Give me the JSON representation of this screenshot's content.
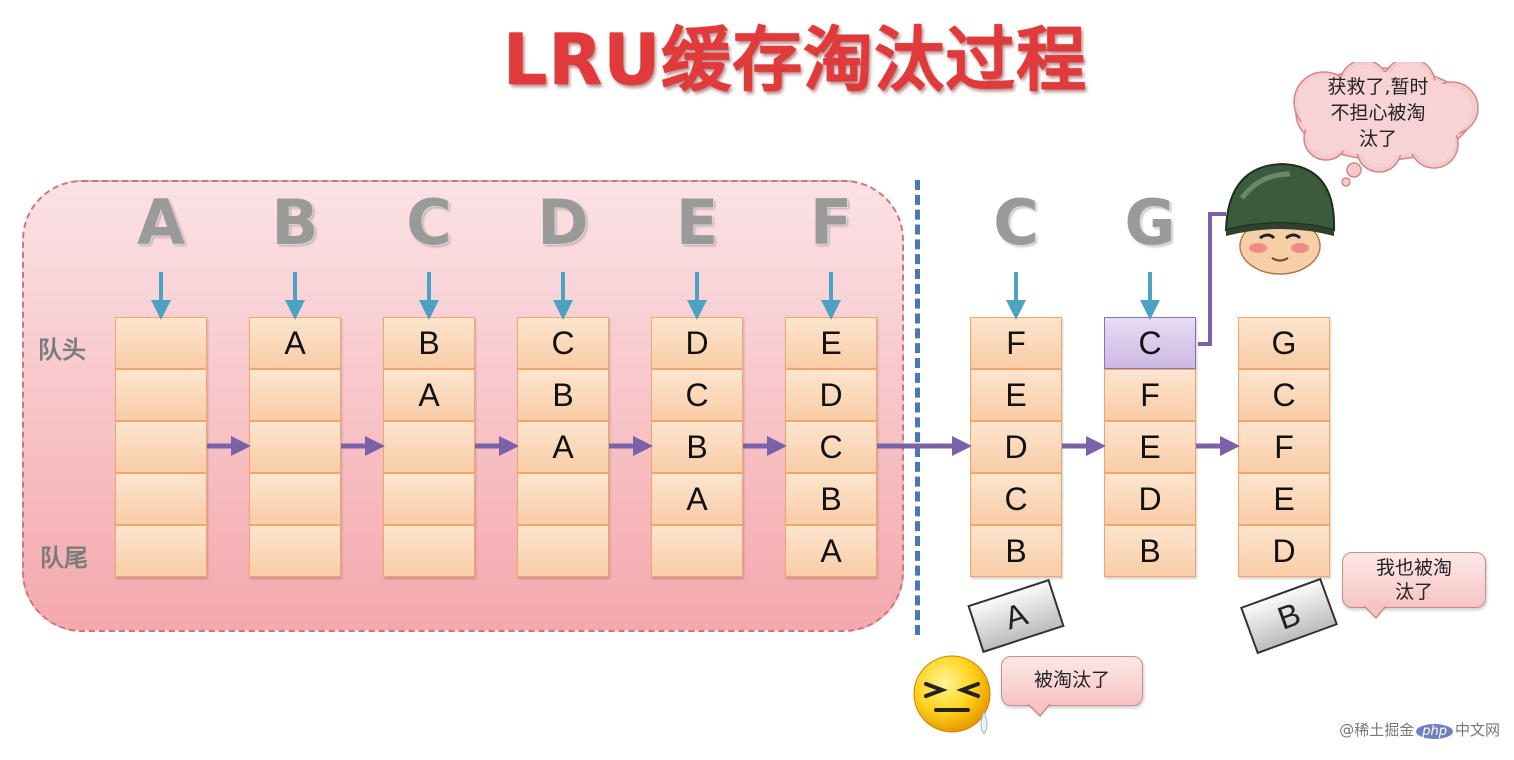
{
  "title": "LRU缓存淘汰过程",
  "labels": {
    "head": "队头",
    "tail": "队尾"
  },
  "columns": [
    {
      "letter": "A",
      "cells": [
        "",
        "",
        "",
        "",
        ""
      ]
    },
    {
      "letter": "B",
      "cells": [
        "A",
        "",
        "",
        "",
        ""
      ]
    },
    {
      "letter": "C",
      "cells": [
        "B",
        "A",
        "",
        "",
        ""
      ]
    },
    {
      "letter": "D",
      "cells": [
        "C",
        "B",
        "A",
        "",
        ""
      ]
    },
    {
      "letter": "E",
      "cells": [
        "D",
        "C",
        "B",
        "A",
        ""
      ]
    },
    {
      "letter": "F",
      "cells": [
        "E",
        "D",
        "C",
        "B",
        "A"
      ]
    },
    {
      "letter": "C",
      "cells": [
        "F",
        "E",
        "D",
        "C",
        "B"
      ]
    },
    {
      "letter": "G",
      "cells": [
        "C",
        "F",
        "E",
        "D",
        "B"
      ],
      "highlight_index": 0
    },
    {
      "letter": "",
      "cells": [
        "G",
        "C",
        "F",
        "E",
        "D"
      ]
    }
  ],
  "evicted_cards": [
    {
      "label": "A"
    },
    {
      "label": "B"
    }
  ],
  "speech": {
    "rescued": [
      "获救了,暂时",
      "不担心被淘",
      "汰了"
    ],
    "evicted_a": "被淘汰了",
    "evicted_b": [
      "我也被淘",
      "汰了"
    ]
  },
  "watermark": {
    "prefix": "@稀土掘金",
    "logo": "php",
    "suffix": "中文网"
  },
  "colors": {
    "cell_fill": "#f9cca6",
    "cell_border": "#f2a668",
    "highlight_fill": "#cdb8e4",
    "arrow_down": "#4aa3c2",
    "arrow_flow": "#7a62a8",
    "divider": "#4a78b4",
    "title": "#e23a3a"
  },
  "icons": {
    "rescued_face": "helmet-face-icon",
    "evicted_face": "sweat-face-icon",
    "cloud": "thought-cloud-icon"
  }
}
